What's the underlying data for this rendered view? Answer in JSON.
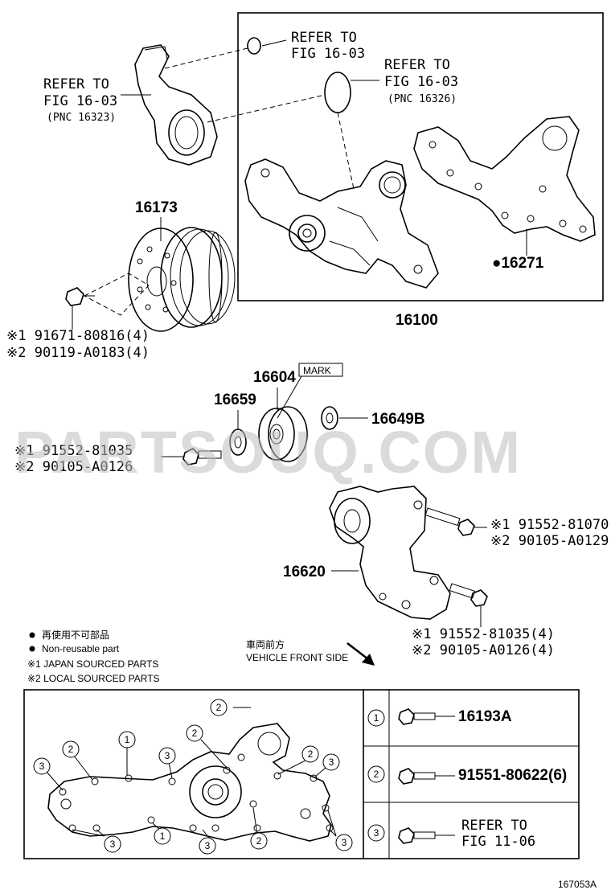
{
  "main_box": {
    "refer_fig_a": [
      "REFER TO",
      "FIG 16-03"
    ],
    "refer_fig_b": [
      "REFER TO",
      "FIG 16-03",
      "(PNC 16326)"
    ],
    "gasket_label": "●16271",
    "assembly_label": "16100"
  },
  "outlet": {
    "refer": [
      "REFER TO",
      "FIG 16-03",
      "(PNC 16323)"
    ]
  },
  "pulley": {
    "label": "16173",
    "bolt_1": "※1 91671-80816(4)",
    "bolt_2": "※2 90119-A0183(4)"
  },
  "idler": {
    "pulley_label": "16604",
    "mark_label": "MARK",
    "plate_label": "16659",
    "cover_label": "16649B",
    "bolt_1": "※1 91552-81035",
    "bolt_2": "※2 90105-A0126"
  },
  "tensioner": {
    "label": "16620",
    "bolt_top_1": "※1 91552-81070",
    "bolt_top_2": "※2 90105-A0129",
    "bolt_bot_1": "※1 91552-81035(4)",
    "bolt_bot_2": "※2 90105-A0126(4)"
  },
  "legend": {
    "jp_nonreusable": "再使用不可部品",
    "en_nonreusable": "Non-reusable part",
    "japan_parts": "※1 JAPAN SOURCED PARTS",
    "local_parts": "※2 LOCAL SOURCED PARTS",
    "front_jp": "車両前方",
    "front_en": "VEHICLE FRONT SIDE"
  },
  "bolt_table": [
    {
      "num": "1",
      "text": [
        "16193A"
      ]
    },
    {
      "num": "2",
      "text": [
        "91551-80622(6)"
      ]
    },
    {
      "num": "3",
      "text": [
        "REFER TO",
        "FIG 11-06"
      ]
    }
  ],
  "figure_code": "167053A",
  "watermark": "PARTSOUQ.COM"
}
